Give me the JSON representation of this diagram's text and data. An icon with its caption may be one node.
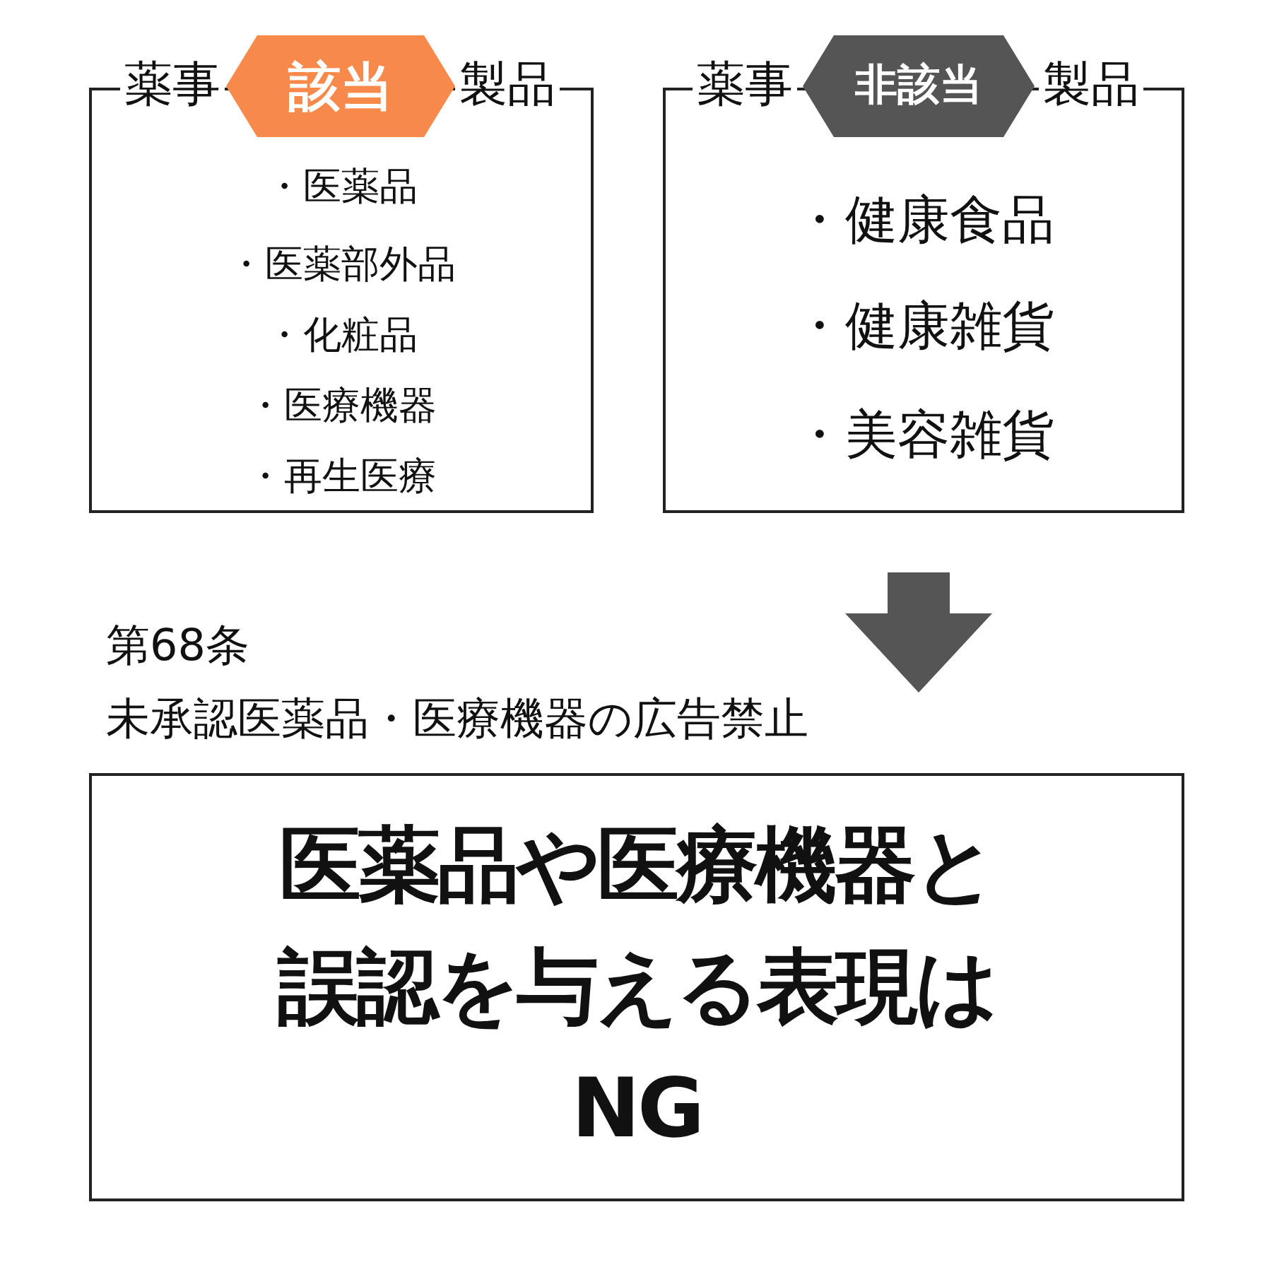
{
  "diagram": {
    "nodes": [
      {
        "text": [
          "薬事",
          "製品",
          "・医薬品",
          "・医薬部外品",
          "・化粧品",
          "・医療機器",
          "・再生医療"
        ]
      },
      {
        "text": [
          "該当"
        ]
      },
      {
        "text": [
          "薬事",
          "製品",
          "・健康食品",
          "・健康雑貨",
          "・美容雑貨"
        ]
      },
      {
        "text": [
          "非該当"
        ]
      },
      {
        "text": [
          "第68条",
          "未承認医薬品・医療機器の広告禁止",
          "医薬品や医療機器と誤認を与える表現はNG"
        ]
      }
    ],
    "edges": [
      {
        "from": 2,
        "to": 4,
        "arrow": "to",
        "style": "thick",
        "color": "#555555"
      }
    ]
  }
}
